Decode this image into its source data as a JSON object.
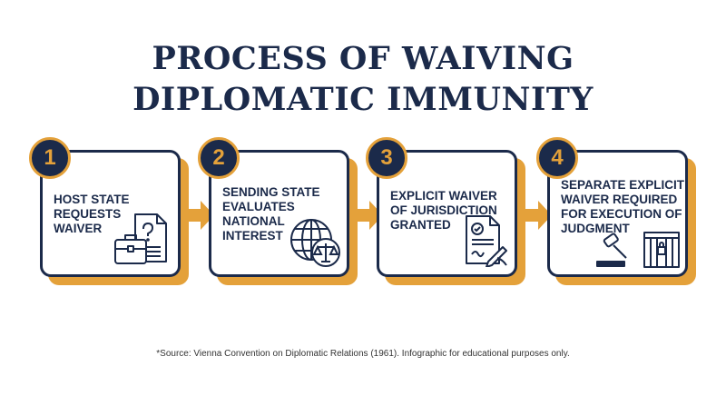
{
  "title": {
    "line1": "PROCESS OF WAIVING",
    "line2": "DIPLOMATIC IMMUNITY"
  },
  "steps": [
    {
      "number": "1",
      "text": "HOST STATE REQUESTS WAIVER",
      "icon": "briefcase-document-icon"
    },
    {
      "number": "2",
      "text": "SENDING STATE EVALUATES NATIONAL INTEREST",
      "icon": "globe-scales-icon"
    },
    {
      "number": "3",
      "text": "EXPLICIT WAIVER OF JURISDICTION GRANTED",
      "icon": "signed-document-icon"
    },
    {
      "number": "4",
      "text": "SEPARATE EXPLICIT WAIVER REQUIRED FOR EXECUTION OF JUDGMENT",
      "icon": "gavel-prison-icon"
    }
  ],
  "source": "*Source: Vienna Convention on Diplomatic Relations (1961). Infographic for educational purposes only.",
  "colors": {
    "navy": "#1b2a4a",
    "gold": "#e4a13a",
    "background": "#ffffff"
  }
}
